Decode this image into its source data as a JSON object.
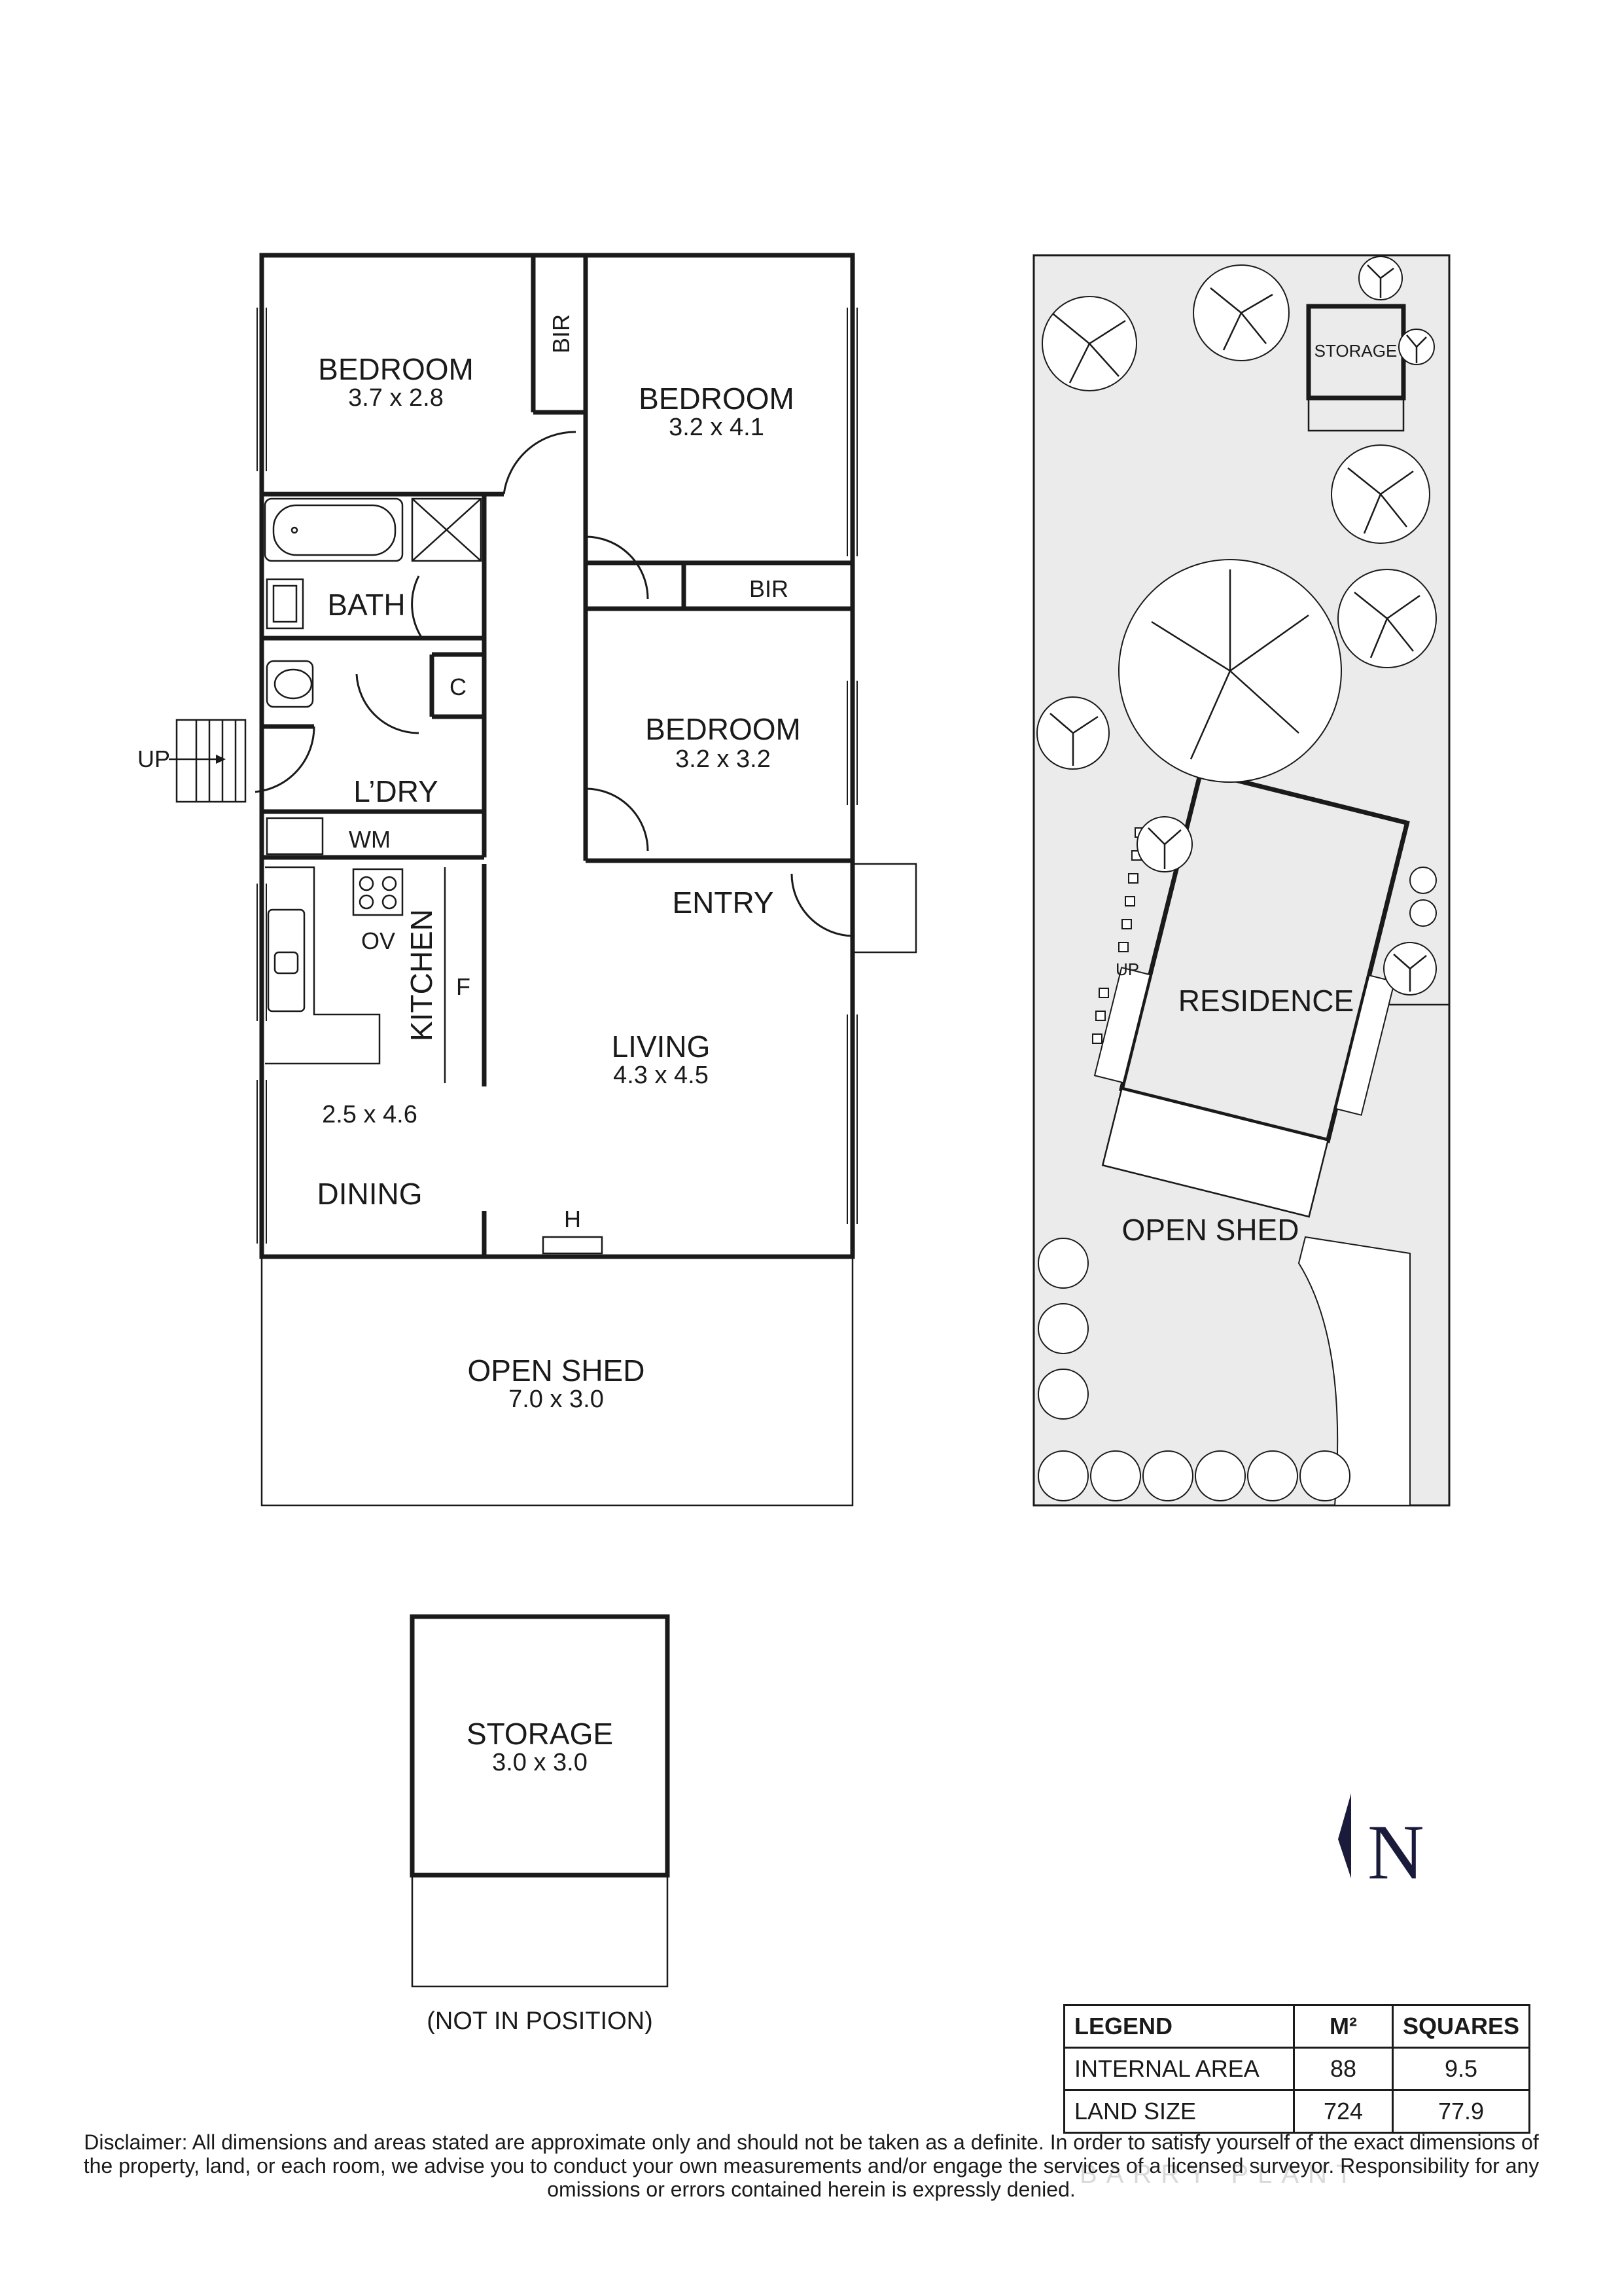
{
  "floor_plan": {
    "rooms": [
      {
        "id": "bedroom1",
        "name": "BEDROOM",
        "dim": "3.7 x 2.8"
      },
      {
        "id": "bedroom2",
        "name": "BEDROOM",
        "dim": "3.2 x 4.1"
      },
      {
        "id": "bedroom3",
        "name": "BEDROOM",
        "dim": "3.2 x 3.2"
      },
      {
        "id": "living",
        "name": "LIVING",
        "dim": "4.3 x 4.5"
      },
      {
        "id": "open_shed",
        "name": "OPEN SHED",
        "dim": "7.0 x 3.0"
      },
      {
        "id": "storage",
        "name": "STORAGE",
        "dim": "3.0 x 3.0"
      }
    ],
    "labels": {
      "bir_top": "BIR",
      "bir_mid": "BIR",
      "bath": "BATH",
      "c": "C",
      "laundry": "L’DRY",
      "wm": "WM",
      "ov": "OV",
      "kitchen": "KITCHEN",
      "fridge": "F",
      "kitchen_dining_dim": "2.5 x 4.6",
      "dining": "DINING",
      "entry": "ENTRY",
      "heater": "H",
      "up": "UP",
      "not_in_position": "(NOT IN POSITION)"
    }
  },
  "site_plan": {
    "storage": "STORAGE",
    "residence": "RESIDENCE",
    "open_shed": "OPEN SHED",
    "up": "UP"
  },
  "compass": {
    "label": "N"
  },
  "legend": {
    "headers": [
      "LEGEND",
      "M²",
      "SQUARES"
    ],
    "rows": [
      {
        "label": "INTERNAL AREA",
        "m2": "88",
        "squares": "9.5"
      },
      {
        "label": "LAND SIZE",
        "m2": "724",
        "squares": "77.9"
      }
    ]
  },
  "disclaimer": "Disclaimer: All dimensions and areas stated are approximate only and should not be taken as a definite. In order to satisfy yourself of the exact dimensions of the property, land, or each room, we advise you to conduct your own measurements and/or engage the services of a licensed surveyor. Responsibility for any omissions or errors contained herein is expressly denied.",
  "watermark": "BARRY PLANT"
}
